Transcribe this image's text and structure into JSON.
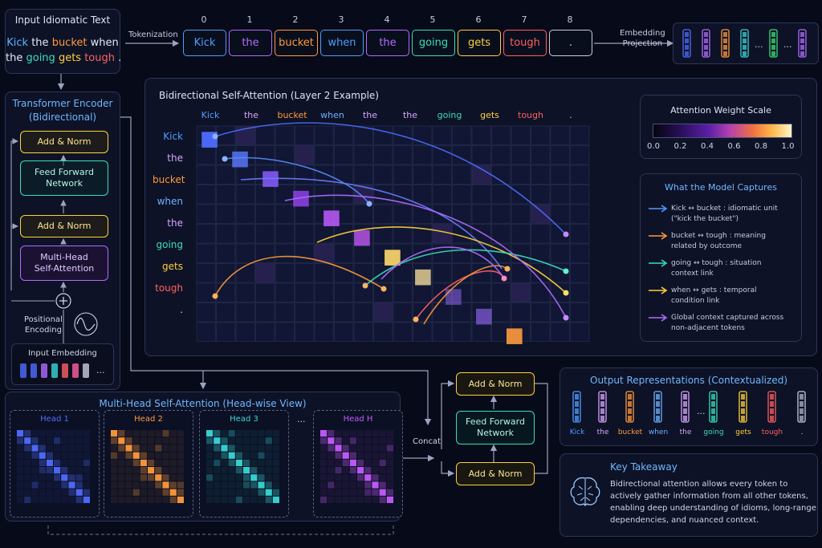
{
  "input": {
    "title": "Input Idiomatic Text",
    "words_line1": [
      {
        "text": "Kick",
        "color": "#5ab4ff"
      },
      {
        "text": "the",
        "color": "#e6e9f5"
      },
      {
        "text": "bucket",
        "color": "#ff9a3c"
      },
      {
        "text": "when",
        "color": "#e6e9f5"
      }
    ],
    "words_line2": [
      {
        "text": "the",
        "color": "#e6e9f5"
      },
      {
        "text": "going",
        "color": "#39e0b8"
      },
      {
        "text": "gets",
        "color": "#ffd13c"
      },
      {
        "text": "tough",
        "color": "#ff6060"
      },
      {
        "text": ".",
        "color": "#e6e9f5"
      }
    ]
  },
  "tokenization_label": "Tokenization",
  "tokens": [
    {
      "index": "0",
      "text": "Kick",
      "color": "#4f9dff"
    },
    {
      "index": "1",
      "text": "the",
      "color": "#b26cff"
    },
    {
      "index": "2",
      "text": "bucket",
      "color": "#ff9a3c"
    },
    {
      "index": "3",
      "text": "when",
      "color": "#4f9dff"
    },
    {
      "index": "4",
      "text": "the",
      "color": "#b26cff"
    },
    {
      "index": "5",
      "text": "going",
      "color": "#39e0b8"
    },
    {
      "index": "6",
      "text": "gets",
      "color": "#ffd13c"
    },
    {
      "index": "7",
      "text": "tough",
      "color": "#ff6060"
    },
    {
      "index": "8",
      "text": ".",
      "color": "#c9cde0"
    }
  ],
  "embedding_projection_label": "Embedding\nProjection",
  "encoder": {
    "title": "Transformer Encoder\n(Bidirectional)",
    "add_norm_top": "Add & Norm",
    "feed_forward": "Feed Forward\nNetwork",
    "add_norm_bottom": "Add & Norm",
    "mhsa": "Multi-Head\nSelf-Attention",
    "positional_encoding": "Positional\nEncoding",
    "input_embedding": "Input Embedding",
    "ellipsis": "..."
  },
  "attention": {
    "title": "Bidirectional Self-Attention (Layer 2 Example)",
    "tokens": [
      {
        "text": "Kick",
        "color": "#4f9dff"
      },
      {
        "text": "the",
        "color": "#d9a5ff"
      },
      {
        "text": "bucket",
        "color": "#ff9a3c"
      },
      {
        "text": "when",
        "color": "#6fb1ff"
      },
      {
        "text": "the",
        "color": "#d9a5ff"
      },
      {
        "text": "the",
        "color": "#d9a5ff"
      },
      {
        "text": "going",
        "color": "#39e0b8"
      },
      {
        "text": "gets",
        "color": "#ffd13c"
      },
      {
        "text": "tough",
        "color": "#ff6060"
      },
      {
        "text": ".",
        "color": "#c9cde0"
      }
    ],
    "rows": [
      {
        "text": "Kick",
        "color": "#4f9dff"
      },
      {
        "text": "the",
        "color": "#d9a5ff"
      },
      {
        "text": "bucket",
        "color": "#ff9a3c"
      },
      {
        "text": "when",
        "color": "#6fb1ff"
      },
      {
        "text": "the",
        "color": "#d9a5ff"
      },
      {
        "text": "going",
        "color": "#39e0b8"
      },
      {
        "text": "gets",
        "color": "#ffd13c"
      },
      {
        "text": "tough",
        "color": "#ff6060"
      },
      {
        "text": ".",
        "color": "#c9cde0"
      }
    ]
  },
  "scale": {
    "title": "Attention Weight Scale",
    "ticks": [
      "0.0",
      "0.2",
      "0.4",
      "0.6",
      "0.8",
      "1.0"
    ]
  },
  "captures": {
    "title": "What the Model Captures",
    "items": [
      {
        "color": "#4f9dff",
        "line1": "Kick ↔ bucket : idiomatic unit",
        "line2": "(\"kick the bucket\")"
      },
      {
        "color": "#ff9a3c",
        "line1": "bucket ↔ tough : meaning",
        "line2": "related by outcome"
      },
      {
        "color": "#39e0b8",
        "line1": "going ↔ tough : situation",
        "line2": "context link"
      },
      {
        "color": "#ffd13c",
        "line1": "when ↔ gets : temporal",
        "line2": "condition link"
      },
      {
        "color": "#b26cff",
        "line1": "Global context captured across",
        "line2": "non-adjacent tokens"
      }
    ]
  },
  "multihead": {
    "title": "Multi-Head Self-Attention (Head-wise View)",
    "heads": [
      {
        "label": "Head 1",
        "color": "#4f6dff"
      },
      {
        "label": "Head 2",
        "color": "#ff9a3c"
      },
      {
        "label": "Head 3",
        "color": "#39d8d8"
      },
      {
        "label": "Head H",
        "color": "#c65cff"
      }
    ],
    "ellipsis": "...",
    "concat": "Concat"
  },
  "stack": {
    "add_norm_top": "Add & Norm",
    "feed_forward": "Feed Forward\nNetwork",
    "add_norm_bottom": "Add & Norm"
  },
  "output": {
    "title": "Output Representations (Contextualized)",
    "tokens": [
      {
        "text": "Kick",
        "color": "#4f9dff"
      },
      {
        "text": "the",
        "color": "#d9a5ff"
      },
      {
        "text": "bucket",
        "color": "#ff9a3c"
      },
      {
        "text": "when",
        "color": "#6fb1ff"
      },
      {
        "text": "the",
        "color": "#d9a5ff"
      },
      {
        "text": "going",
        "color": "#39e0b8"
      },
      {
        "text": "gets",
        "color": "#ffd13c"
      },
      {
        "text": "tough",
        "color": "#ff6060"
      },
      {
        "text": ".",
        "color": "#c9cde0"
      }
    ],
    "ellipsis": "..."
  },
  "takeaway": {
    "title": "Key Takeaway",
    "lines": [
      "Bidirectional attention allows every token to",
      "actively gather information from all other tokens,",
      "enabling deep understanding of idioms, long-range",
      "dependencies, and nuanced context."
    ]
  }
}
